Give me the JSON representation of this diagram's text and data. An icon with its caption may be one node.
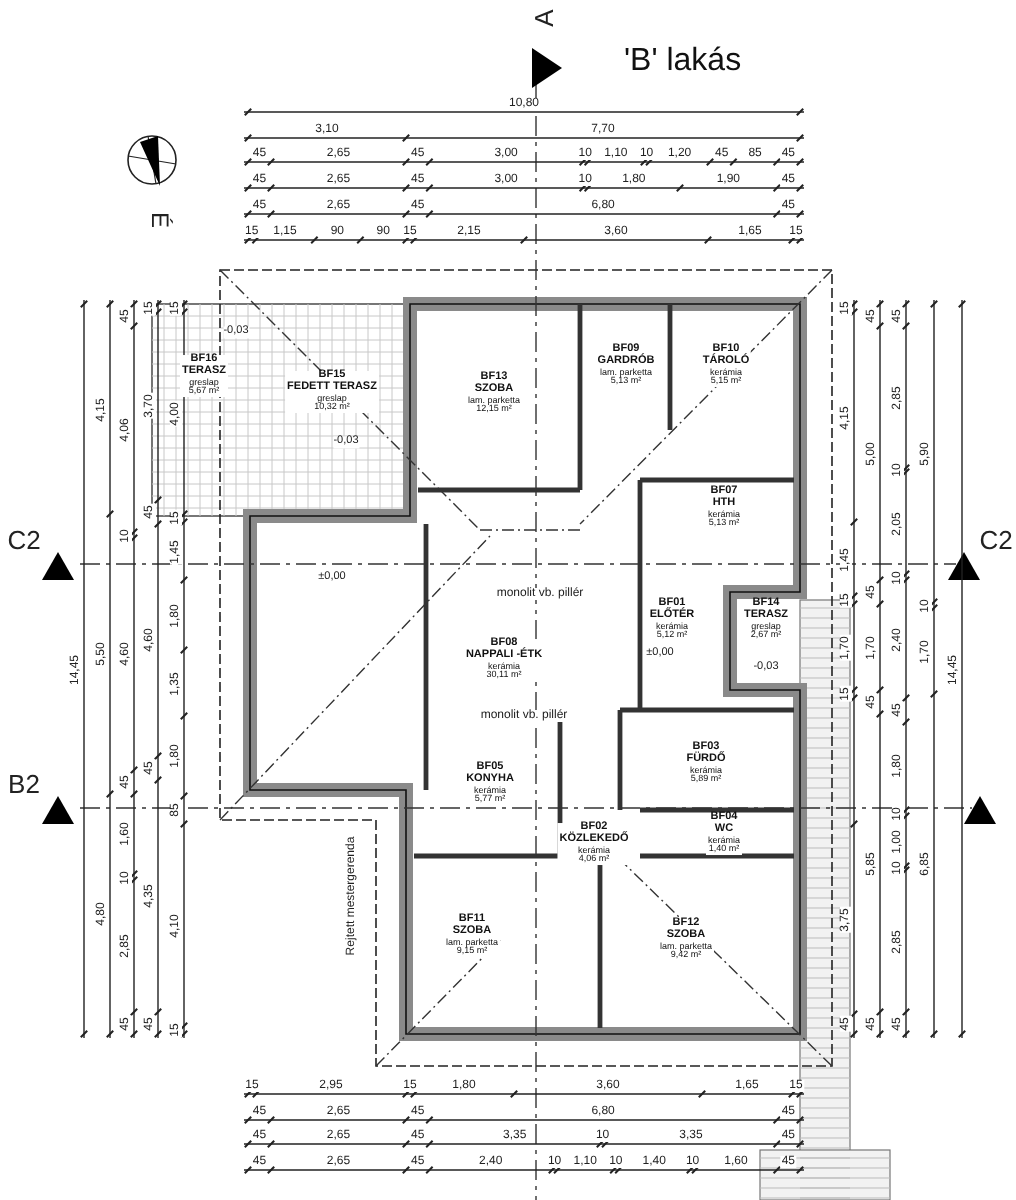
{
  "diagram": {
    "title": "'B' lakás",
    "nodes": [
      {
        "text": [
          "BF16",
          "TERASZ",
          "greslap",
          "5,67 m²"
        ]
      },
      {
        "text": [
          "BF15",
          "FEDETT TERASZ",
          "greslap",
          "10,32 m²"
        ]
      },
      {
        "text": [
          "BF13",
          "SZOBA",
          "lam. parketta",
          "12,15 m²"
        ]
      },
      {
        "text": [
          "BF09",
          "GARDRÓB",
          "lam. parketta",
          "5,13 m²"
        ]
      },
      {
        "text": [
          "BF10",
          "TÁROLÓ",
          "kerámia",
          "5,15 m²"
        ]
      },
      {
        "text": [
          "BF07",
          "HTH",
          "kerámia",
          "5,13 m²"
        ]
      },
      {
        "text": [
          "BF01",
          "ELŐTÉR",
          "kerámia",
          "5,12 m²"
        ]
      },
      {
        "text": [
          "BF14",
          "TERASZ",
          "greslap",
          "2,67 m²"
        ]
      },
      {
        "text": [
          "BF08",
          "NAPPALI -ÉTK",
          "kerámia",
          "30,11 m²"
        ]
      },
      {
        "text": [
          "BF05",
          "KONYHA",
          "kerámia",
          "5,77 m²"
        ]
      },
      {
        "text": [
          "BF03",
          "FÜRDŐ",
          "kerámia",
          "5,89 m²"
        ]
      },
      {
        "text": [
          "BF02",
          "KÖZLEKEDŐ",
          "kerámia",
          "4,06 m²"
        ]
      },
      {
        "text": [
          "BF04",
          "WC",
          "kerámia",
          "1,40 m²"
        ]
      },
      {
        "text": [
          "BF11",
          "SZOBA",
          "lam. parketta",
          "9,15 m²"
        ]
      },
      {
        "text": [
          "BF12",
          "SZOBA",
          "lam. parketta",
          "9,42 m²"
        ]
      }
    ],
    "labels": [
      "A",
      "É",
      "10,80",
      "3,10",
      "7,70",
      "45",
      "2,65",
      "45",
      "3,00",
      "10",
      "1,10",
      "10",
      "1,20",
      "45",
      "85",
      "45",
      "45",
      "2,65",
      "45",
      "3,00",
      "10",
      "1,80",
      "1,90",
      "45",
      "45",
      "2,65",
      "45",
      "6,80",
      "45",
      "15",
      "1,15",
      "90",
      "90",
      "15",
      "2,15",
      "3,60",
      "1,65",
      "15",
      "14,45",
      "4,15",
      "5,50",
      "4,80",
      "45",
      "4,06",
      "10",
      "4,60",
      "45",
      "1,60",
      "10",
      "2,85",
      "45",
      "15",
      "3,70",
      "45",
      "4,60",
      "45",
      "4,35",
      "45",
      "15",
      "4,00",
      "15",
      "1,45",
      "1,80",
      "1,35",
      "1,80",
      "85",
      "4,10",
      "15",
      "C2",
      "B2",
      "15",
      "4,15",
      "1,45",
      "15",
      "1,70",
      "15",
      "3,75",
      "45",
      "45",
      "5,00",
      "45",
      "1,70",
      "45",
      "5,85",
      "45",
      "45",
      "2,85",
      "10",
      "2,05",
      "10",
      "2,40",
      "45",
      "1,80",
      "10",
      "1,00",
      "10",
      "2,85",
      "45",
      "5,90",
      "10",
      "1,70",
      "6,85",
      "14,45",
      "C2",
      "-0,03",
      "-0,03",
      "±0,00",
      "monolit vb. pillér",
      "±0,00",
      "-0,03",
      "monolit vb. pillér",
      "Rejtett mestergerenda",
      "15",
      "2,95",
      "15",
      "1,80",
      "3,60",
      "1,65",
      "15",
      "45",
      "2,65",
      "45",
      "6,80",
      "45",
      "45",
      "2,65",
      "45",
      "3,35",
      "10",
      "3,35",
      "45",
      "45",
      "2,65",
      "45",
      "2,40",
      "10",
      "1,10",
      "10",
      "1,40",
      "10",
      "1,60",
      "45"
    ]
  }
}
